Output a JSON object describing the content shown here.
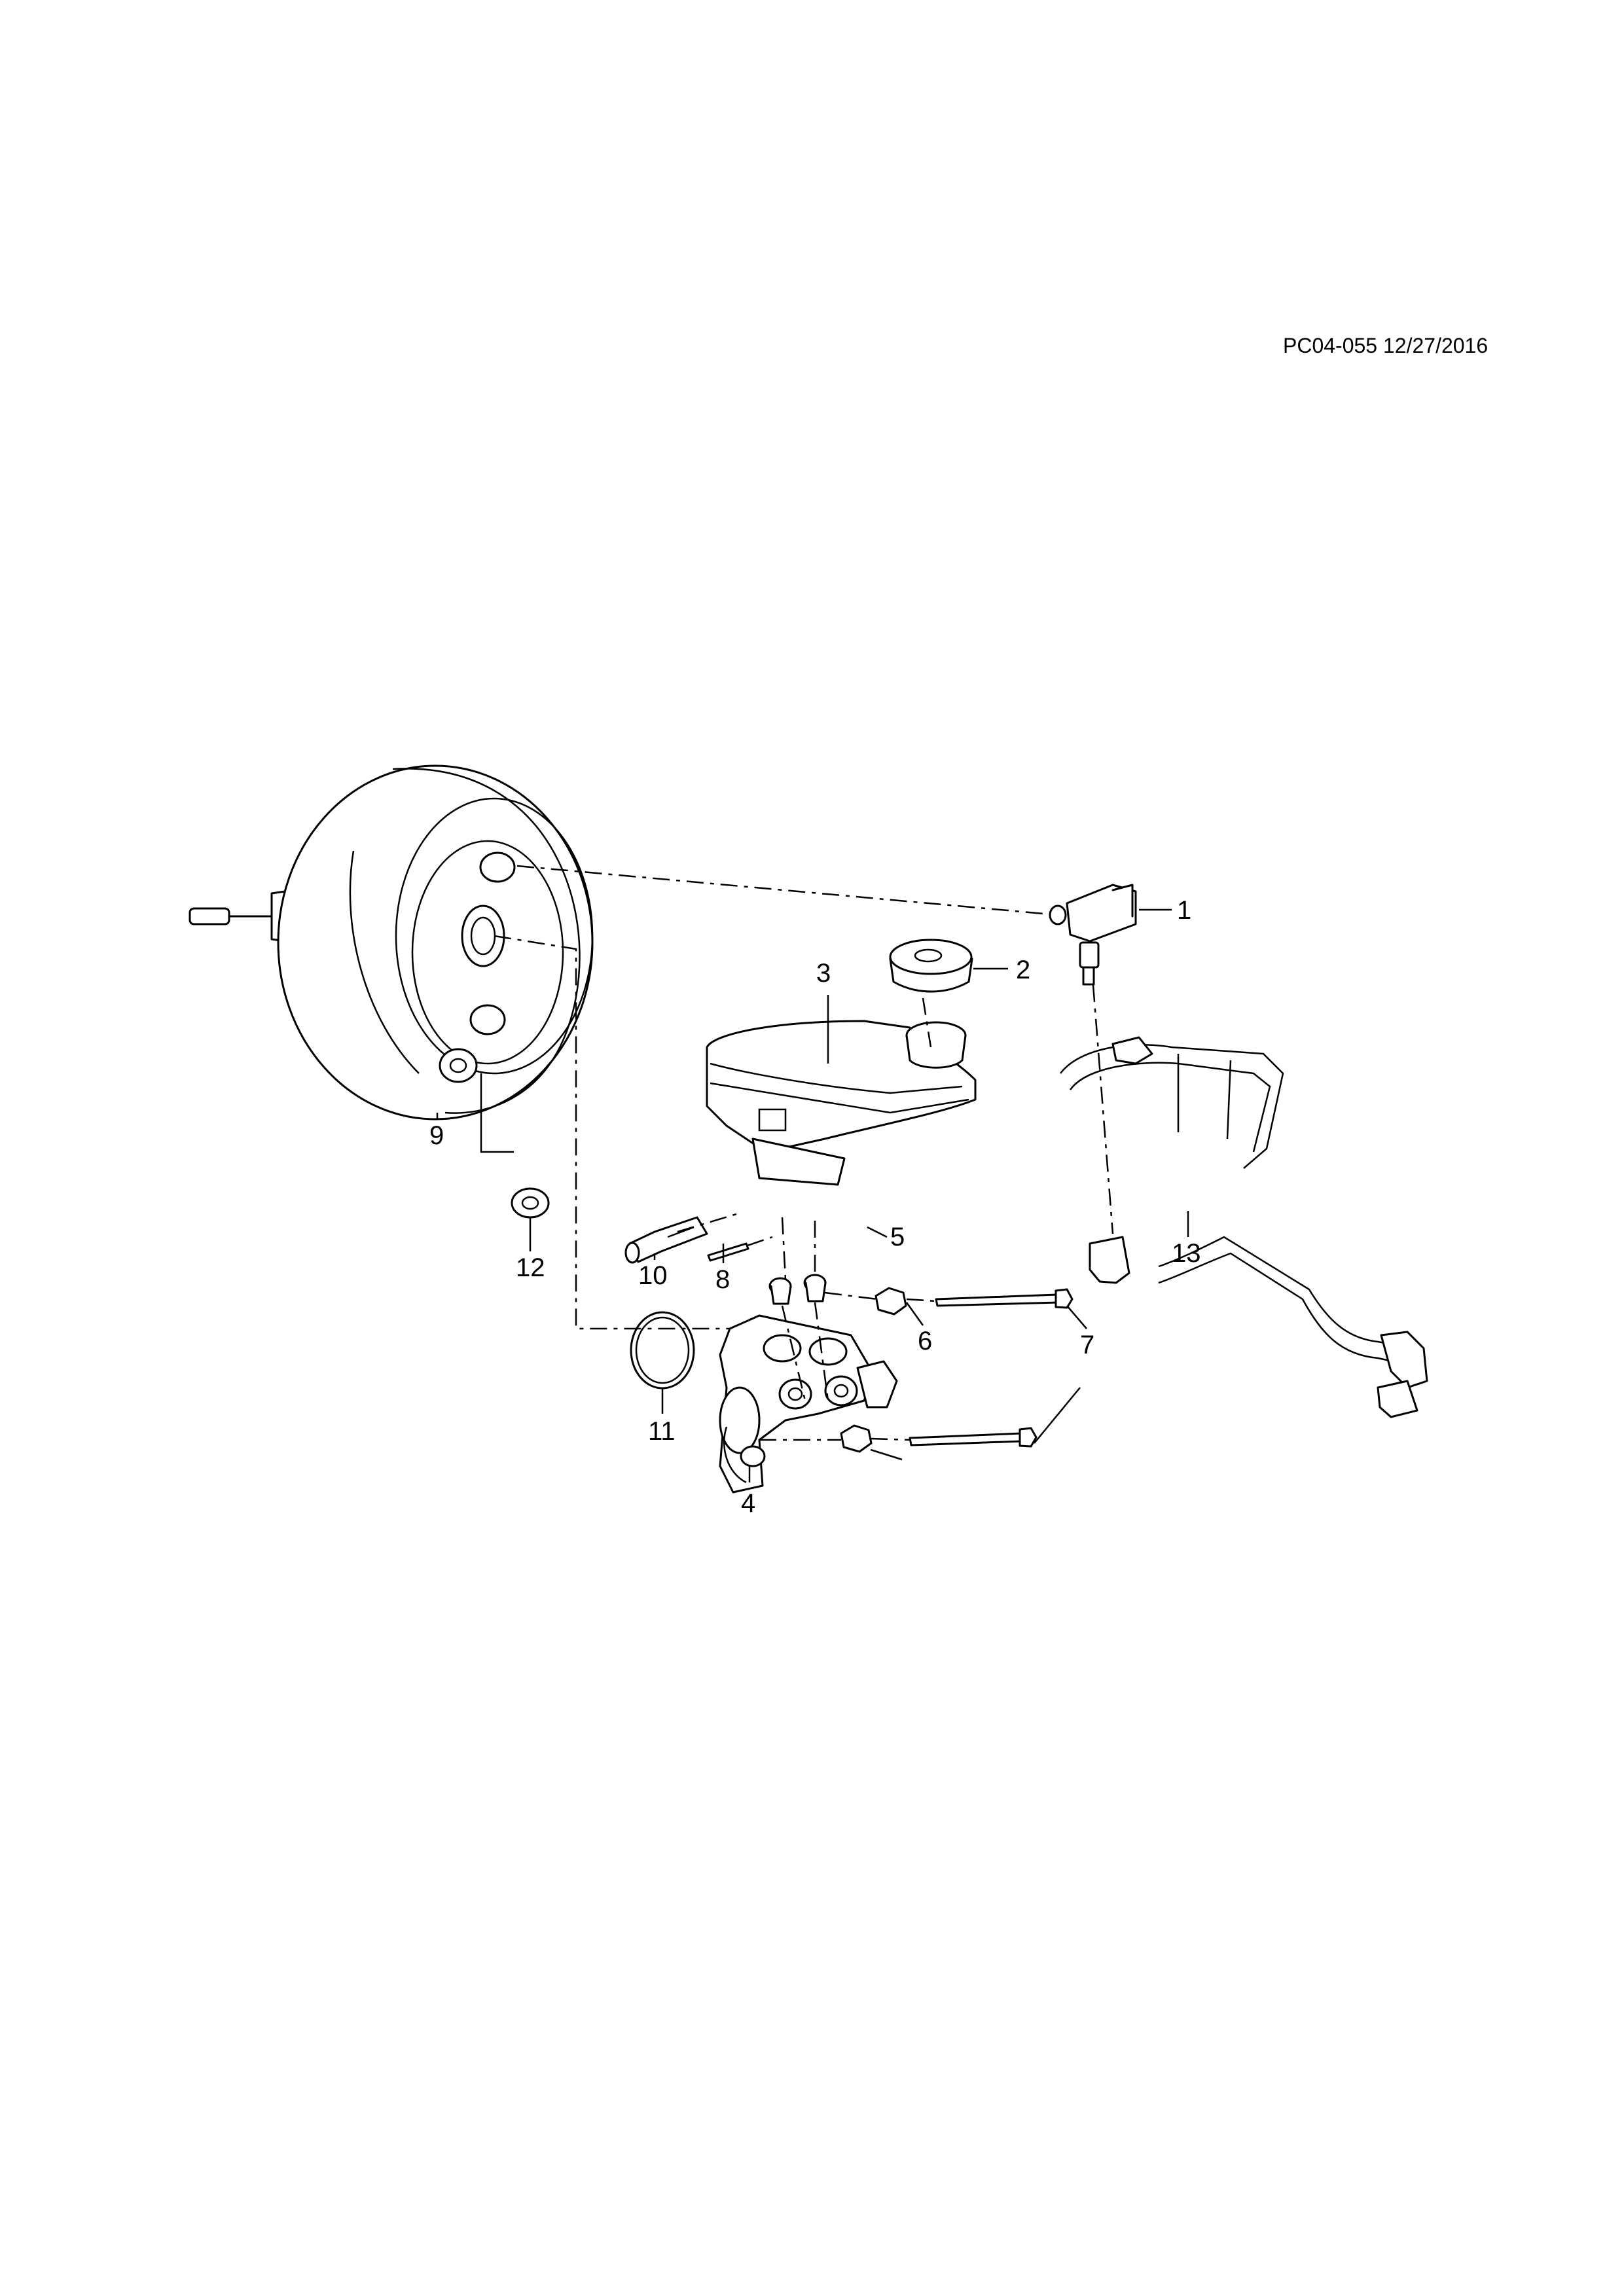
{
  "header": {
    "code": "PC04-055 12/27/2016"
  },
  "callouts": [
    "1",
    "2",
    "3",
    "4",
    "5",
    "6",
    "7",
    "8",
    "9",
    "10",
    "11",
    "12",
    "13"
  ]
}
